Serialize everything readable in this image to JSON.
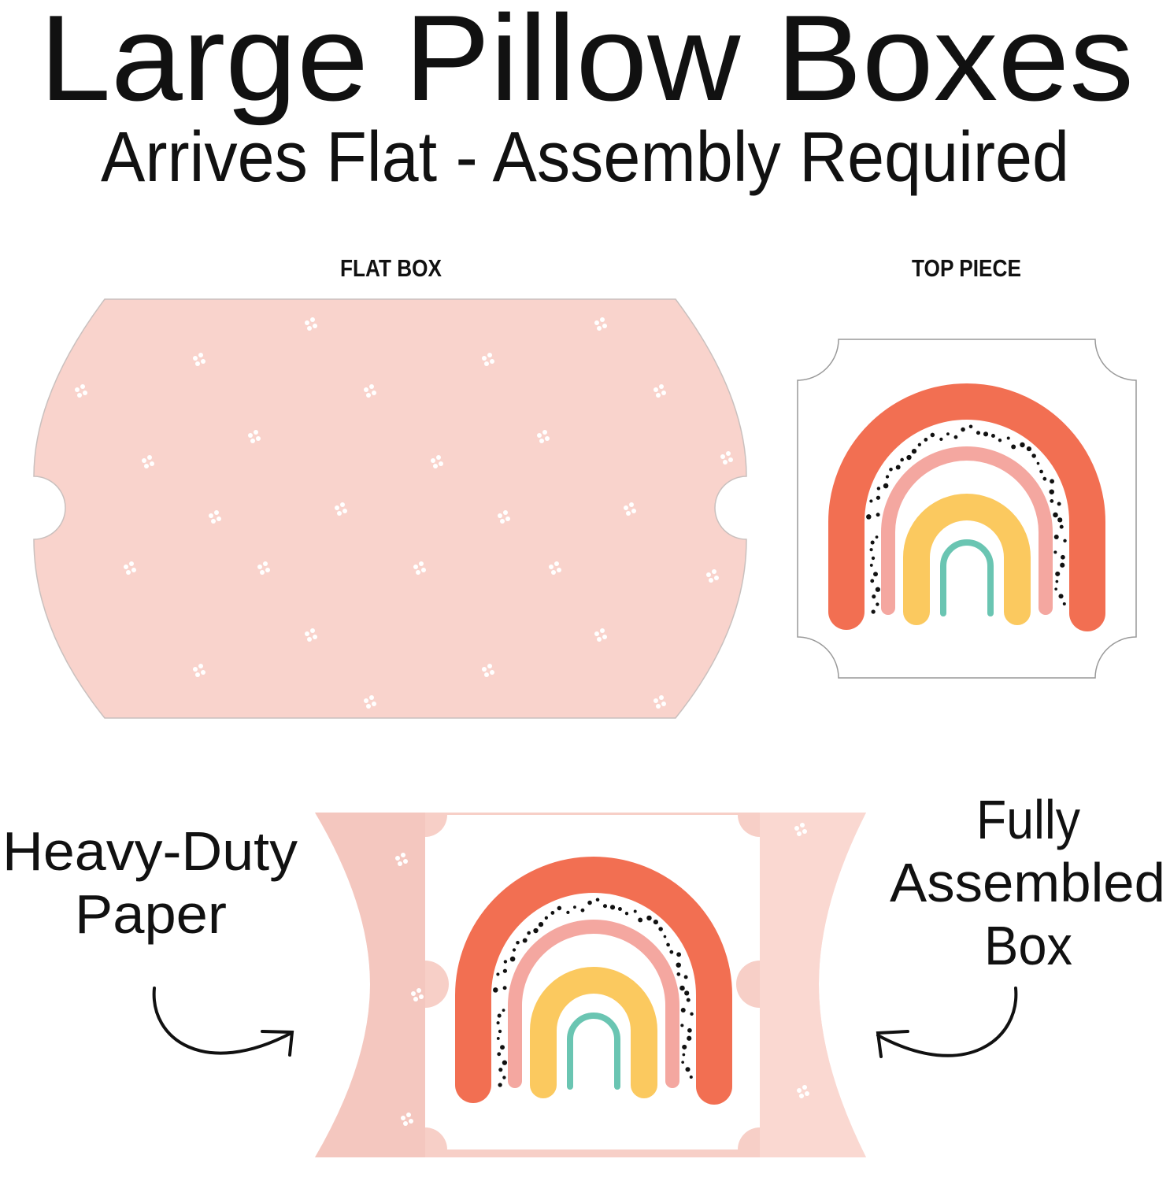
{
  "title": "Large Pillow Boxes",
  "subtitle": "Arrives Flat - Assembly Required",
  "labels": {
    "flat_box": "FLAT BOX",
    "top_piece": "TOP PIECE"
  },
  "callouts": {
    "left": [
      "Heavy-Duty",
      "Paper"
    ],
    "right": [
      "Fully",
      "Assembled",
      "Box"
    ]
  },
  "colors": {
    "box_pink": "#f9d3cc",
    "rainbow_red": "#f26f52",
    "rainbow_pink": "#f4a7a0",
    "rainbow_yellow": "#fbc95f",
    "rainbow_teal": "#6ac5b2",
    "dots": "#111111"
  }
}
